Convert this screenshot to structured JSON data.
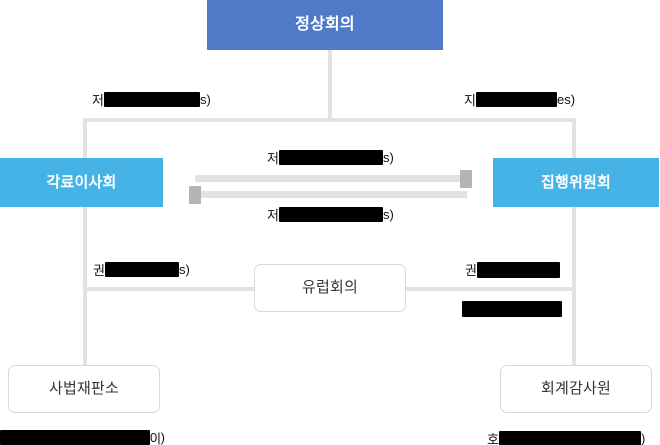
{
  "diagram": {
    "type": "organization-hierarchy",
    "title_visible": false,
    "colors": {
      "top_node_fill": "#4e7ac7",
      "branch_node_fill": "#45b3e5",
      "leaf_node_border": "#d9d9d9",
      "connector": "#e2e2e2",
      "arrow_head": "#b5b5b5",
      "node_text_light": "#ffffff",
      "node_text_dark": "#333333",
      "label_text": "#111111",
      "redaction": "#000000",
      "background": "#ffffff"
    },
    "nodes": [
      {
        "id": "summit",
        "label": "정상회의",
        "style": "filled-blue"
      },
      {
        "id": "council",
        "label": "각료이사회",
        "style": "filled-cyan"
      },
      {
        "id": "commission",
        "label": "집행위원회",
        "style": "filled-cyan"
      },
      {
        "id": "parliament",
        "label": "유럽회의",
        "style": "outlined"
      },
      {
        "id": "court",
        "label": "사법재판소",
        "style": "outlined"
      },
      {
        "id": "audit",
        "label": "회계감사원",
        "style": "outlined"
      }
    ],
    "edge_labels": [
      {
        "id": "summit-to-council-left",
        "prefix": "저",
        "redacted": true,
        "suffix": "s)"
      },
      {
        "id": "summit-to-commission",
        "prefix": "지",
        "redacted": true,
        "suffix": "es)"
      },
      {
        "id": "council-commission-top",
        "prefix": "저",
        "redacted": true,
        "suffix": "s)"
      },
      {
        "id": "council-commission-bot",
        "prefix": "저",
        "redacted": true,
        "suffix": "s)"
      },
      {
        "id": "council-to-parliament",
        "prefix": "권",
        "redacted": true,
        "suffix": "s)"
      },
      {
        "id": "commission-right-upper",
        "prefix": "권",
        "redacted": true,
        "suffix": ""
      },
      {
        "id": "commission-right-lower",
        "prefix": "",
        "redacted": true,
        "suffix": ""
      },
      {
        "id": "court-caption",
        "prefix": "",
        "redacted": true,
        "suffix": "0|)"
      },
      {
        "id": "audit-caption",
        "prefix": "호",
        "redacted": true,
        "suffix": ")"
      }
    ]
  }
}
